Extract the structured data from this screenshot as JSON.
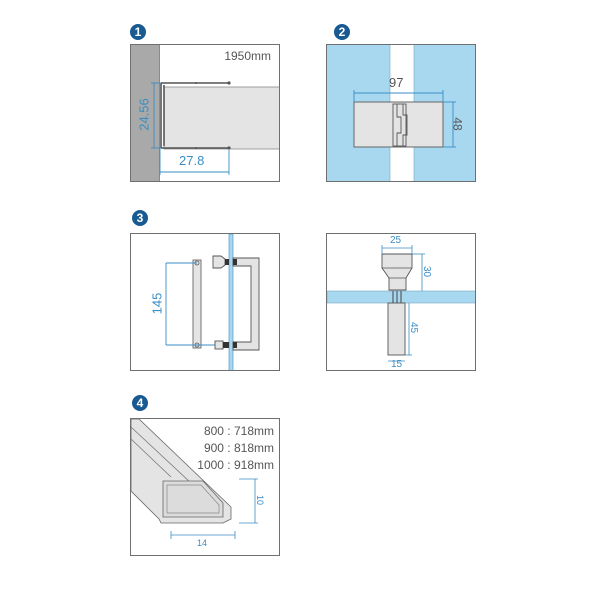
{
  "colors": {
    "badge": "#1a5a92",
    "dimension": "#3b8ec4",
    "glass": "#a8d8f0",
    "wall": "#a9a9a9",
    "part_fill": "#e4e4e4",
    "outline": "#6f6f6f",
    "text_dark": "#555555"
  },
  "badges": [
    {
      "number": "1"
    },
    {
      "number": "2"
    },
    {
      "number": "3"
    },
    {
      "number": "4"
    }
  ],
  "panels": {
    "wall_profile": {
      "badge": "1",
      "length_label": "1950mm",
      "height_dim": "24.56",
      "depth_dim": "27.8"
    },
    "glass_hinge": {
      "badge": "2",
      "width_dim": "97",
      "height_dim": "48"
    },
    "door_handle": {
      "badge": "3",
      "center_distance_dim": "145"
    },
    "handle_knob_detail": {
      "top_width_dim": "25",
      "top_height_dim": "30",
      "bottom_height_dim": "45",
      "bottom_width_dim": "15"
    },
    "bottom_seal": {
      "badge": "4",
      "size_table": [
        {
          "door": "800",
          "seal": "718mm"
        },
        {
          "door": "900",
          "seal": "818mm"
        },
        {
          "door": "1000",
          "seal": "918mm"
        }
      ],
      "height_dim": "10",
      "width_dim": "14"
    }
  }
}
